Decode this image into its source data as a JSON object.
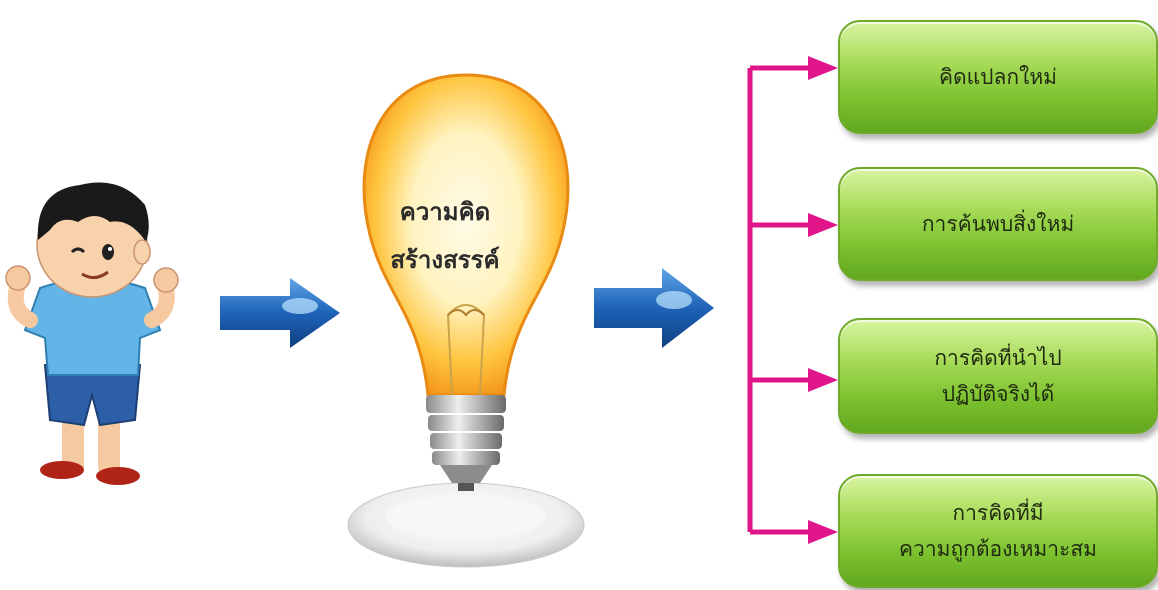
{
  "bulb": {
    "line1": "ความคิด",
    "line2": "สร้างสรรค์"
  },
  "outcomes": [
    {
      "line1": "คิดแปลกใหม่",
      "line2": ""
    },
    {
      "line1": "การค้นพบสิ่งใหม่",
      "line2": ""
    },
    {
      "line1": "การคิดที่นำไป",
      "line2": "ปฏิบัติจริงได้"
    },
    {
      "line1": "การคิดที่มี",
      "line2": "ความถูกต้องเหมาะสม"
    }
  ],
  "colors": {
    "connector": "#e0158a",
    "arrow_blue": "#1e63b8",
    "box_green": "#7cc22f",
    "bulb_orange": "#f39a1a"
  }
}
